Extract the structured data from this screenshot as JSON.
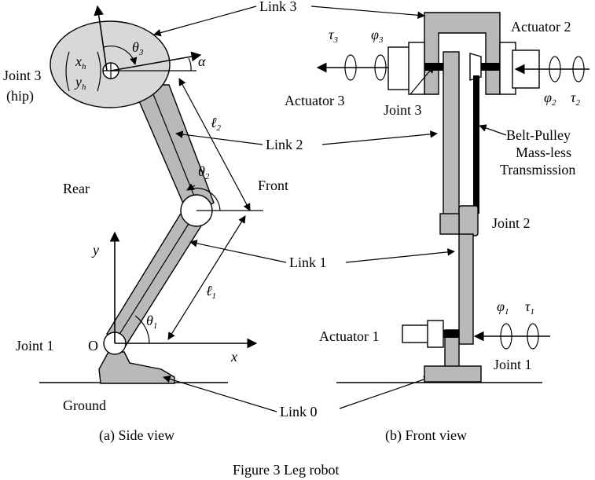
{
  "side_view": {
    "caption": "(a) Side view",
    "joint3": "Joint 3",
    "hip": "(hip)",
    "joint1": "Joint 1",
    "origin": "O",
    "rear": "Rear",
    "front": "Front",
    "ground": "Ground",
    "axis_x": "x",
    "axis_y": "y",
    "alpha": "α",
    "xh": "x",
    "xh_sub": "h",
    "yh": "y",
    "yh_sub": "h",
    "theta": "θ",
    "theta1_sub": "1",
    "theta2_sub": "2",
    "theta3_sub": "3",
    "ell": "ℓ",
    "ell1_sub": "1",
    "ell2_sub": "2"
  },
  "callouts": {
    "link3": "Link 3",
    "link2": "Link 2",
    "link1": "Link 1",
    "link0": "Link 0"
  },
  "front_view": {
    "caption": "(b) Front view",
    "actuator1": "Actuator 1",
    "actuator2": "Actuator 2",
    "actuator3": "Actuator 3",
    "joint1": "Joint 1",
    "joint2": "Joint 2",
    "joint3": "Joint 3",
    "belt1": "Belt-Pulley",
    "belt2": "Mass-less",
    "belt3": "Transmission",
    "tau": "τ",
    "phi": "φ",
    "sub1": "1",
    "sub2": "2",
    "sub3": "3"
  },
  "figure_caption": "Figure 3 Leg robot"
}
